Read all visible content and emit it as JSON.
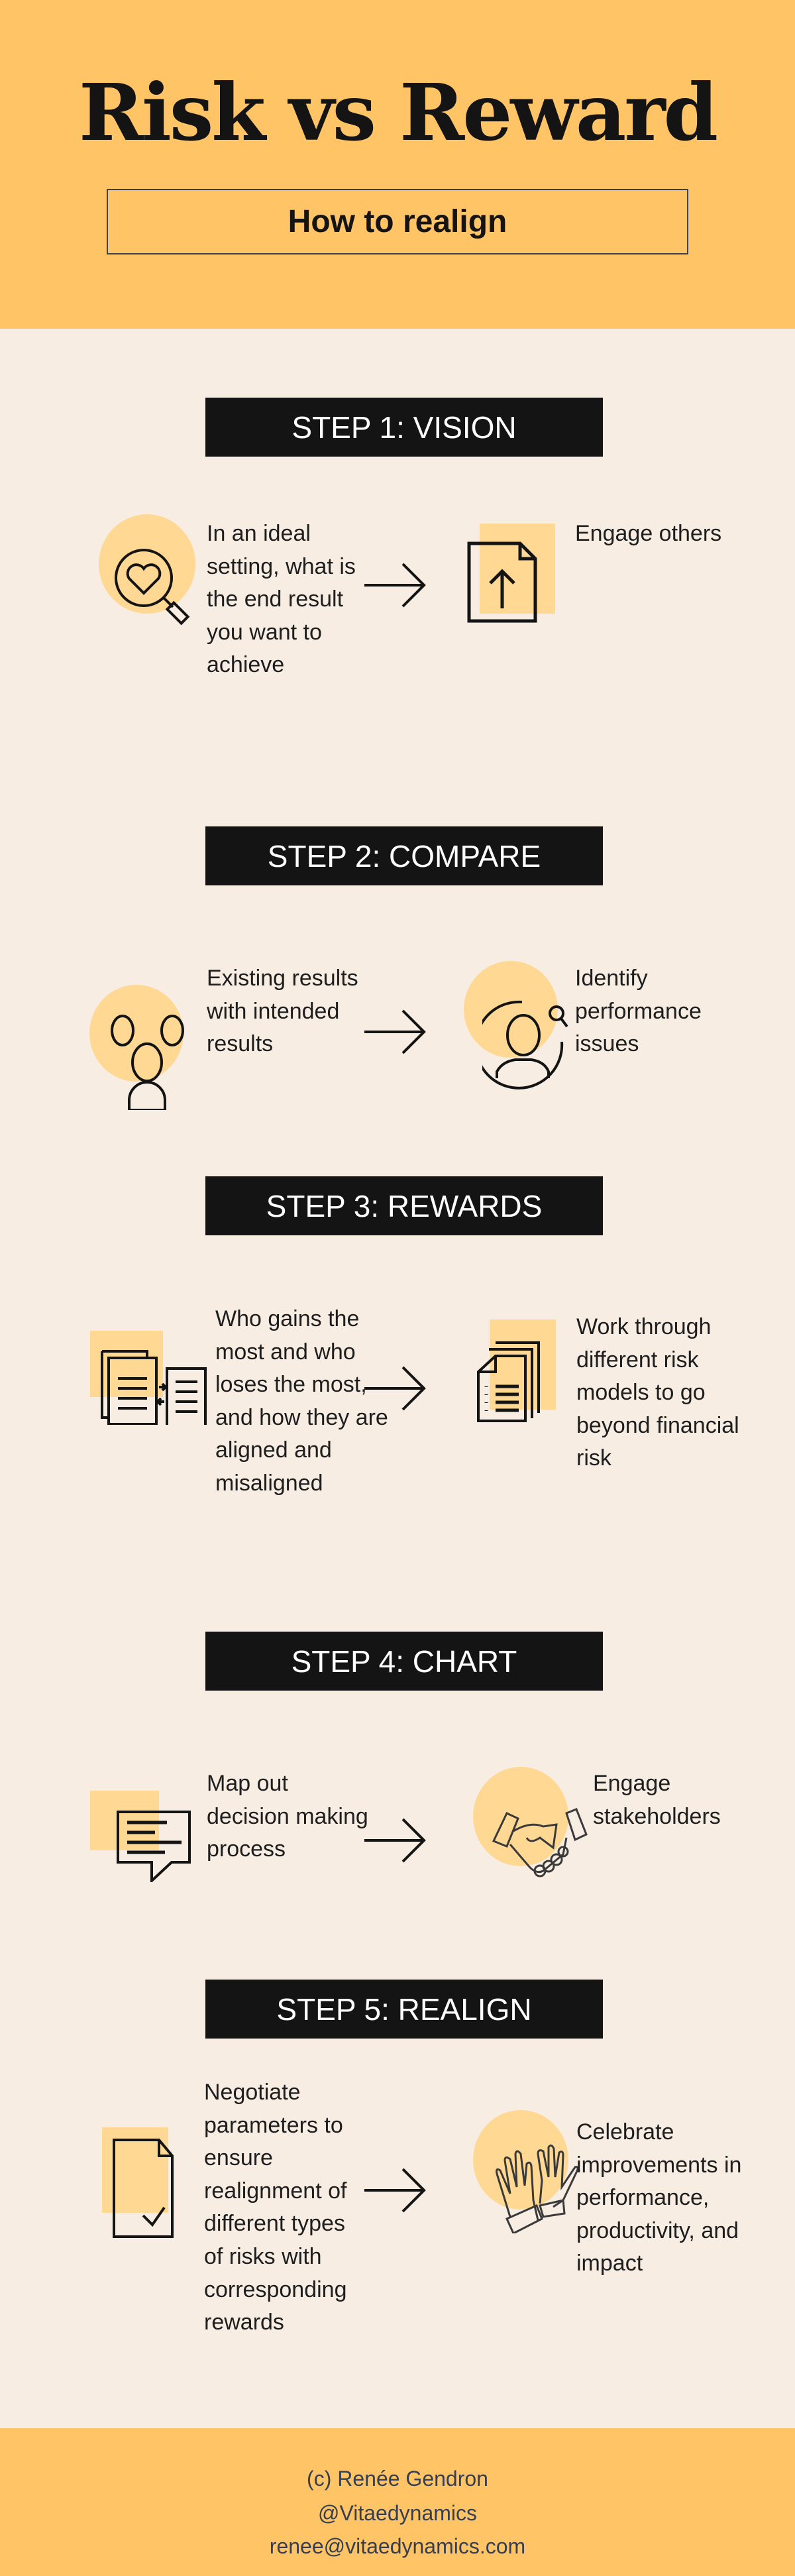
{
  "header": {
    "title": "Risk vs Reward",
    "subtitle": "How to realign"
  },
  "colors": {
    "accent": "#FFC466",
    "background": "#F7EDE3",
    "bar": "#141414",
    "highlight": "#FFD893"
  },
  "steps": [
    {
      "label": "STEP 1: VISION",
      "left": {
        "icon": "heart-magnifier-icon",
        "lines": [
          "In an ideal",
          "setting, what is",
          "the end result",
          "you want to",
          "achieve"
        ]
      },
      "right": {
        "icon": "document-upload-icon",
        "lines": [
          "Engage others"
        ]
      }
    },
    {
      "label": "STEP 2: COMPARE",
      "left": {
        "icon": "people-group-icon",
        "lines": [
          "Existing results",
          "with intended",
          "results"
        ]
      },
      "right": {
        "icon": "person-search-icon",
        "lines": [
          "Identify",
          "performance",
          "issues"
        ]
      }
    },
    {
      "label": "STEP 3: REWARDS",
      "left": {
        "icon": "document-exchange-icon",
        "lines": [
          "Who gains the",
          "most and who",
          "loses the most,",
          "and how they are",
          "aligned and",
          "misaligned"
        ]
      },
      "right": {
        "icon": "document-stack-icon",
        "lines": [
          "Work through",
          "different risk",
          "models to go",
          "beyond financial",
          "risk"
        ]
      }
    },
    {
      "label": "STEP 4: CHART",
      "left": {
        "icon": "chat-list-icon",
        "lines": [
          "Map out",
          "decision making",
          "process"
        ]
      },
      "right": {
        "icon": "handshake-icon",
        "lines": [
          "Engage",
          "stakeholders"
        ]
      }
    },
    {
      "label": "STEP 5: REALIGN",
      "left": {
        "icon": "document-check-icon",
        "lines": [
          "Negotiate",
          "parameters to",
          "ensure",
          "realignment of",
          "different types",
          "of risks with",
          "corresponding",
          "rewards"
        ]
      },
      "right": {
        "icon": "high-five-icon",
        "lines": [
          "Celebrate",
          "improvements in",
          "performance,",
          "productivity, and",
          "impact"
        ]
      }
    }
  ],
  "footer": {
    "copyright": "(c) Renée Gendron",
    "handle": "@Vitaedynamics",
    "email": "renee@vitaedynamics.com"
  }
}
